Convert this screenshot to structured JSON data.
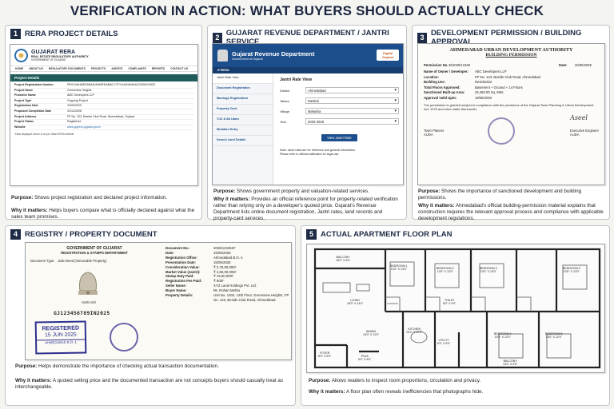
{
  "title": "VERIFICATION IN ACTION: WHAT BUYERS SHOULD ACTUALLY CHECK",
  "panels": [
    {
      "num": "1",
      "title": "RERA PROJECT DETAILS",
      "purpose_label": "Purpose:",
      "purpose": "Shows project registration and declared project information.",
      "why_label": "Why it matters:",
      "why": "Helps buyers compare what is officially declared against what the sales team promises."
    },
    {
      "num": "2",
      "title": "GUJARAT REVENUE DEPARTMENT / JANTRI SERVICE",
      "purpose_label": "Purpose:",
      "purpose": "Shows government property and valuation-related services.",
      "why_label": "Why it matters:",
      "why": "Provides an official reference point for property-related verification rather than relying only on a developer's quoted price. Gujarat's Revenue Department lists online document registration, Jantri rates, land records and property-card services."
    },
    {
      "num": "3",
      "title": "DEVELOPMENT PERMISSION / BUILDING APPROVAL",
      "purpose_label": "Purpose:",
      "purpose": "Shows the importance of sanctioned development and building permissions.",
      "why_label": "Why it matters:",
      "why": "Ahmedabad's official building-permission material explains that construction requires the relevant approval process and compliance with applicable development regulations."
    },
    {
      "num": "4",
      "title": "REGISTRY / PROPERTY DOCUMENT",
      "purpose_label": "Purpose:",
      "purpose": "Helps demonstrate the importance of checking actual transaction documentation.",
      "why_label": "Why it matters:",
      "why": "A quoted selling price and the documented transaction are not concepts buyers should casually treat as interchangeable."
    },
    {
      "num": "5",
      "title": "ACTUAL APARTMENT FLOOR PLAN",
      "purpose_label": "Purpose:",
      "purpose": "Allows readers to inspect room proportions, circulation and privacy.",
      "why_label": "Why it matters:",
      "why": "A floor plan often reveals inefficiencies that photographs hide."
    }
  ],
  "rera": {
    "brand": "GUJARAT RERA",
    "sub1": "REAL ESTATE REGULATORY AUTHORITY",
    "sub2": "GOVERNMENT OF GUJARAT",
    "nav": [
      "HOME",
      "ABOUT US",
      "REGULATORY DOCUMENTS",
      "PROJECTS",
      "AGENTS",
      "COMPLAINTS",
      "REPORTS",
      "CONTACT US"
    ],
    "section": "Project Details",
    "rows": [
      {
        "k": "Project Registration Number",
        "v": "PR/GJ/AHMEDABAD/AHMEDABAD CITY/AUDA/MAA12345/010925"
      },
      {
        "k": "Project Name",
        "v": "Greenview Heights"
      },
      {
        "k": "Promoter Name",
        "v": "ABC Developers LLP"
      },
      {
        "k": "Project Type",
        "v": "Ongoing Project"
      },
      {
        "k": "Registration Date",
        "v": "10/09/2025"
      },
      {
        "k": "Proposed Completion Date",
        "v": "31/12/2028"
      },
      {
        "k": "Project Address",
        "v": "FP No. 123, Beside Club Road, Ahmedabad, Gujarat"
      },
      {
        "k": "Project Status",
        "v": "Registered"
      },
      {
        "k": "Website",
        "v": "www.gujrera.gujarat.gov.in"
      }
    ],
    "footnote": "*Data displayed above is as per State RERA website"
  },
  "revenue": {
    "header": "Gujarat Revenue Department",
    "subheader": "Government of Gujarat",
    "badge": "Digital Gujarat",
    "eseva": "e-Seva",
    "side": [
      "Jantri Rate View",
      "Document Registration",
      "Marriage Registration",
      "Property Card",
      "7/12 & 8A Utara",
      "Mutation Entry",
      "Search Land Details"
    ],
    "form_title": "Jantri Rate View",
    "fields": [
      {
        "label": "District",
        "value": "Ahmedabad"
      },
      {
        "label": "Taluka",
        "value": "Daskroi"
      },
      {
        "label": "Village",
        "value": "Makarba"
      },
      {
        "label": "Year",
        "value": "2025-2026"
      }
    ],
    "button": "View Jantri Rate",
    "note1": "Note: Jantri rates are for reference and general information.",
    "note2": "Please refer to official notification for legal use."
  },
  "permission": {
    "authority": "AHMEDABAD URBAN DEVELOPMENT AUTHORITY",
    "doc_title": "BUILDING PERMISSION",
    "permission_no_label": "Permission No.:",
    "permission_no": "B/2025/12345",
    "date_label": "Date:",
    "date": "20/05/2025",
    "rows": [
      {
        "k": "Name of Owner / Developer:",
        "v": "ABC Developers LLP"
      },
      {
        "k": "Location:",
        "v": "FP No. 123, Beside Club Road, Ahmedabad"
      },
      {
        "k": "Building Use:",
        "v": "Residential"
      },
      {
        "k": "Total Floors Approved:",
        "v": "Basement + Ground + 14 Floors"
      },
      {
        "k": "Sanctioned Built-up Area:",
        "v": "32,450.00 Sq. Mtrs."
      },
      {
        "k": "Approval Valid Upto:",
        "v": "19/05/2030"
      }
    ],
    "para": "The permission is granted subject to compliance with the provisions of the Gujarat Town Planning & Urban Development Act, 1976 and rules made thereunder.",
    "sig1": "Town Planner",
    "sig1b": "AUDA",
    "sig2": "Executive Engineer",
    "sig2b": "AUDA",
    "sign_text": "Aseel"
  },
  "registry": {
    "gov": "GOVERNMENT OF GUJARAT",
    "dept": "REGISTRATION & STAMPS DEPARTMENT",
    "doc_type_label": "Document Type:",
    "doc_type": "Sale Deed (Immovable Property)",
    "emblem_caption": "सत्यमेव जयते",
    "serial": "GJ123456789IN2025",
    "stamp1": "REGISTERED",
    "stamp2": "15 JUN 2025",
    "stamp3": "AHMEDABAD B.O.-1",
    "rows": [
      {
        "k": "Document No.:",
        "v": "2025/1234567"
      },
      {
        "k": "Date:",
        "v": "15/06/2025"
      },
      {
        "k": "Registration Office:",
        "v": "Ahmedabad B.O.-1"
      },
      {
        "k": "Presentation Date:",
        "v": "15/06/2025"
      },
      {
        "k": "Consideration Value:",
        "v": "₹ 2,75,00,000/-"
      },
      {
        "k": "Market Value (Jantri):",
        "v": "₹ 2,60,00,000/-"
      },
      {
        "k": "Stamp Duty Paid:",
        "v": "₹ 16,50,000/-"
      },
      {
        "k": "Registration Fee Paid:",
        "v": "₹ 500/-"
      },
      {
        "k": "Seller Name:",
        "v": "XYZ Land Holdings Pvt. Ltd."
      },
      {
        "k": "Buyer Name:",
        "v": "Mr. Rohan Mehta"
      },
      {
        "k": "Property Details:",
        "v": "Unit No. 1202, 12th Floor, Greenview Heights, FP No. 123, Beside Club Road, Ahmedabad."
      }
    ]
  },
  "floorplan": {
    "rooms": [
      {
        "name": "BALCONY",
        "dim": "18'0\" X 6'0\""
      },
      {
        "name": "LIVING",
        "dim": "18'0\" X 14'0\""
      },
      {
        "name": "BEDROOM 1",
        "dim": "13'0\" X 13'0\""
      },
      {
        "name": "BEDROOM 2",
        "dim": "13'0\" X 13'0\""
      },
      {
        "name": "BEDROOM 3",
        "dim": "13'0\" X 13'0\""
      },
      {
        "name": "BEDROOM 5",
        "dim": "13'0\" X 13'0\""
      },
      {
        "name": "TOILET",
        "dim": "8'0\" X 5'0\""
      },
      {
        "name": "DINING",
        "dim": "13'0\" X 11'0\""
      },
      {
        "name": "KITCHEN",
        "dim": "10'0\" X 12'0\""
      },
      {
        "name": "UTILITY",
        "dim": "6'0\" X 5'0\""
      },
      {
        "name": "BEDROOM 4",
        "dim": "14'0\" X 12'0\""
      },
      {
        "name": "BEDROOM 5",
        "dim": "14'0\" X 12'0\""
      },
      {
        "name": "FOYER",
        "dim": "6'0\" X 5'0\""
      },
      {
        "name": "PUJA",
        "dim": "5'0\" X 5'0\""
      },
      {
        "name": "BALCONY",
        "dim": "14'0\" X 6'0\""
      }
    ]
  }
}
